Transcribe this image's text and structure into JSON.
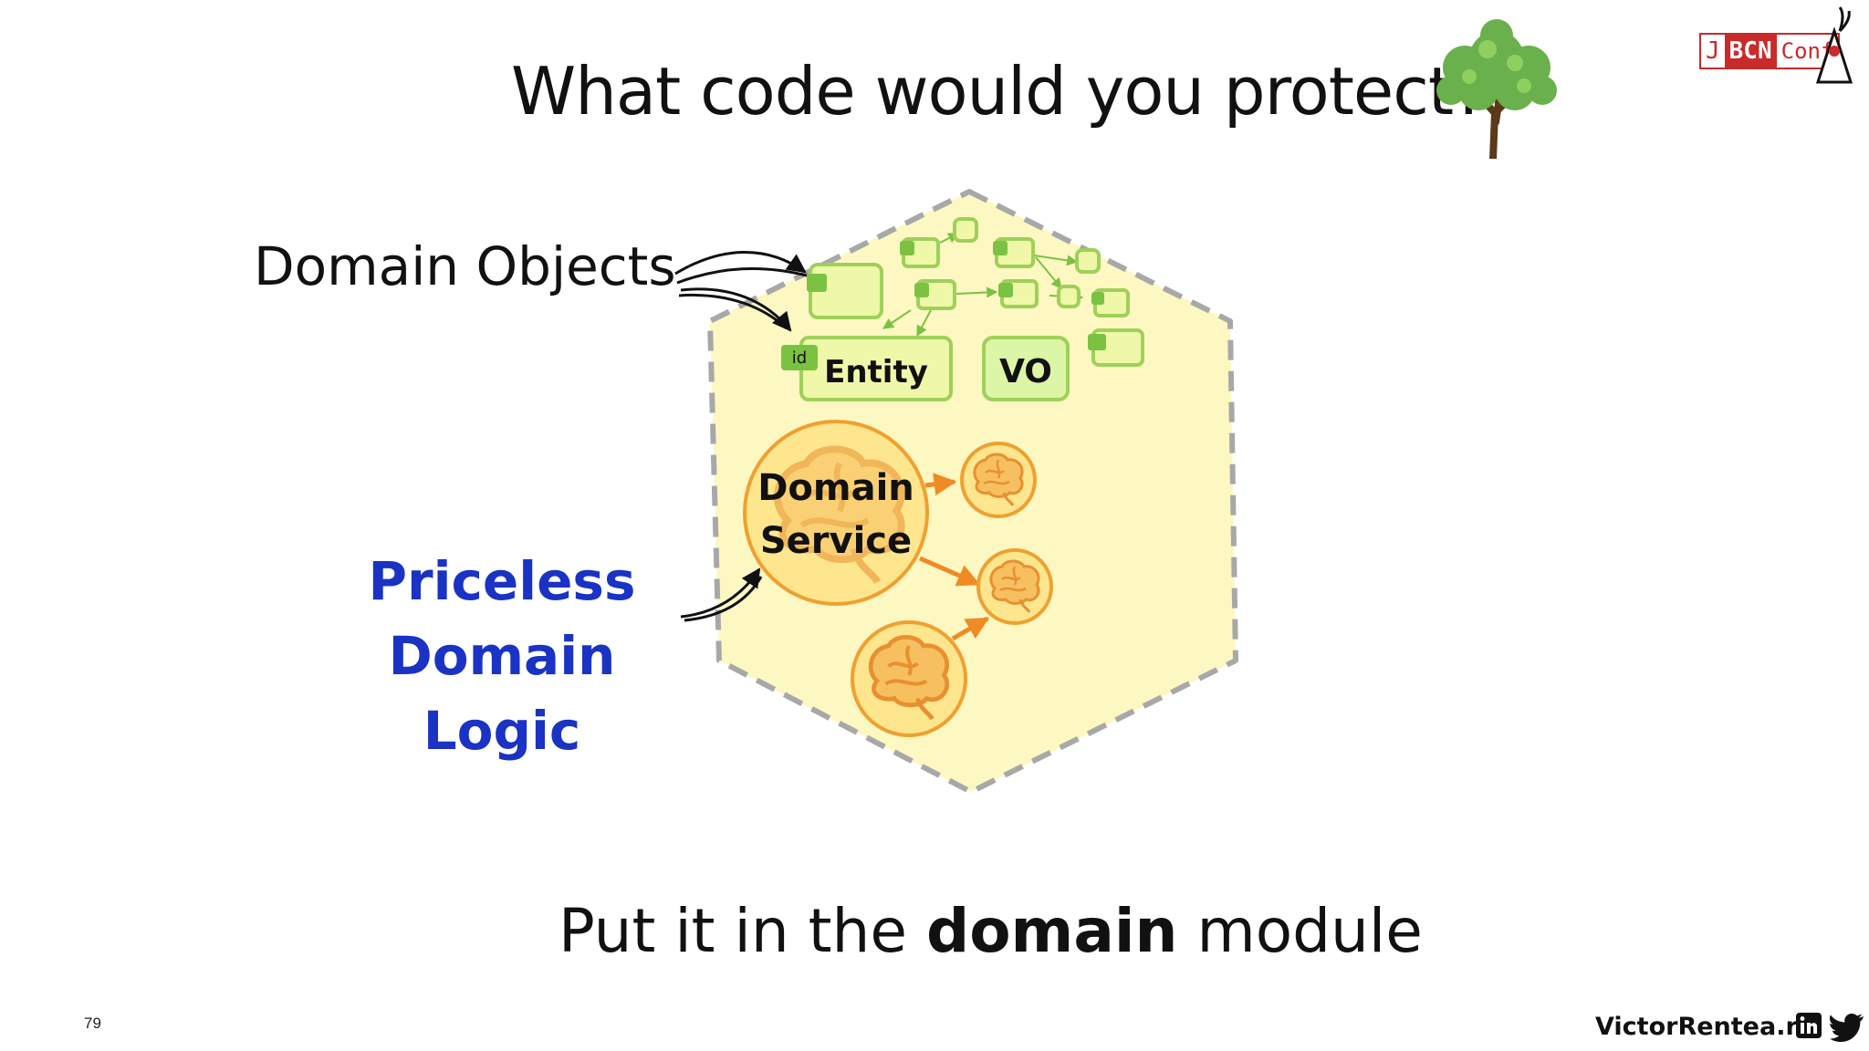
{
  "title": "What code would you protect?",
  "labels": {
    "domain_objects": "Domain Objects",
    "priceless_line1": "Priceless",
    "priceless_line2": "Domain Logic"
  },
  "diagram": {
    "entity": "Entity",
    "id_tag": "id",
    "vo": "VO",
    "service_line1": "Domain",
    "service_line2": "Service"
  },
  "bottom": {
    "prefix": "Put it in the ",
    "emphasis": "domain",
    "suffix": " module"
  },
  "footer": {
    "slide_number": "79",
    "website": "VictorRentea.ro"
  },
  "brand": {
    "part1": "J",
    "part2": "BCN",
    "part3": "Conf"
  },
  "icons": [
    "tree-icon",
    "duke-mascot-icon",
    "linkedin-icon",
    "twitter-icon",
    "brain-icon"
  ],
  "colors": {
    "hexagon_fill": "#fdf7c2",
    "hexagon_border": "#a8a8a8",
    "object_fill": "#eef8a8",
    "object_border": "#9fd05a",
    "service_fill": "#fde68e",
    "service_border": "#f0a030",
    "logic_text": "#1a33c4"
  }
}
